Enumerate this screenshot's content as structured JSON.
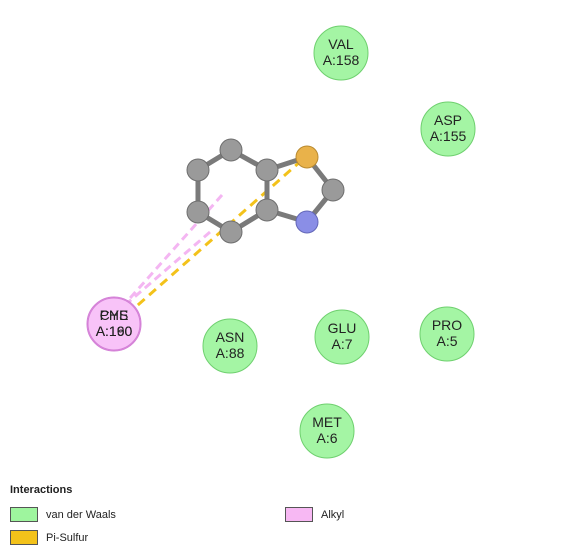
{
  "residues": [
    {
      "id": "val158",
      "name": "VAL",
      "num": "A:158",
      "type": "vdw"
    },
    {
      "id": "asp155",
      "name": "ASP",
      "num": "A:155",
      "type": "vdw"
    },
    {
      "id": "asn88",
      "name": "ASN",
      "num": "A:88",
      "type": "vdw"
    },
    {
      "id": "glu7",
      "name": "GLU",
      "num": "A:7",
      "type": "vdw"
    },
    {
      "id": "pro5",
      "name": "PRO",
      "num": "A:5",
      "type": "vdw"
    },
    {
      "id": "met6",
      "name": "MET",
      "num": "A:6",
      "type": "vdw"
    },
    {
      "id": "overlap1",
      "name": "CYS",
      "num": "A:160",
      "type": "alkyl"
    },
    {
      "id": "overlap2",
      "name": "PHE",
      "num": "A:190",
      "type": "alkyl"
    }
  ],
  "legend": {
    "title": "Interactions",
    "items": [
      {
        "label": "van der Waals",
        "color": "#9ef59e"
      },
      {
        "label": "Pi-Sulfur",
        "color": "#f3c21a"
      },
      {
        "label": "Alkyl",
        "color": "#f7b8f3"
      }
    ]
  },
  "colors": {
    "vdw_fill": "#a4f5a4",
    "vdw_stroke": "#6fd06f",
    "alkyl_fill": "#f8c3f8",
    "alkyl_stroke": "#d37fd6",
    "carbon": "#9a9a9a",
    "sulfur": "#e9b24a",
    "nitrogen": "#8a8ee6",
    "bond": "#777777",
    "pi_sulfur_line": "#f3c21a",
    "alkyl_line": "#f7b8f3"
  }
}
